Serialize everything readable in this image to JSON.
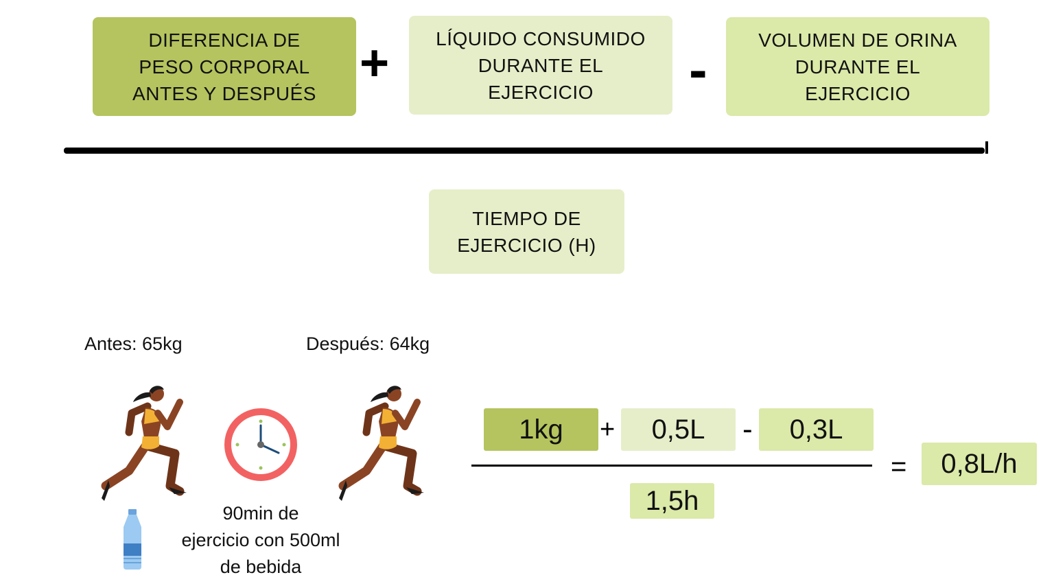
{
  "formula": {
    "term1": "DIFERENCIA DE\nPESO CORPORAL\nANTES Y DESPUÉS",
    "op1": "+",
    "term2": "LÍQUIDO CONSUMIDO\nDURANTE EL\nEJERCICIO",
    "op2": "-",
    "term3": "VOLUMEN DE ORINA\nDURANTE EL\nEJERCICIO",
    "denominator": "TIEMPO DE\nEJERCICIO (H)"
  },
  "example": {
    "before_label": "Antes: 65kg",
    "after_label": "Después: 64kg",
    "note": "90min de\nejercicio con 500ml\nde bebida",
    "numerator": {
      "v1": "1kg",
      "op1": "+",
      "v2": "0,5L",
      "op2": "-",
      "v3": "0,3L"
    },
    "denominator": "1,5h",
    "equals": "=",
    "result": "0,8L/h"
  },
  "colors": {
    "dark_green": "#b5c45e",
    "pale_green": "#e6eec9",
    "mid_green": "#dbe9a9",
    "skin": "#8a4424",
    "outfit": "#f2b134",
    "clock": "#f26262",
    "bottle": "#7eb6ec"
  }
}
